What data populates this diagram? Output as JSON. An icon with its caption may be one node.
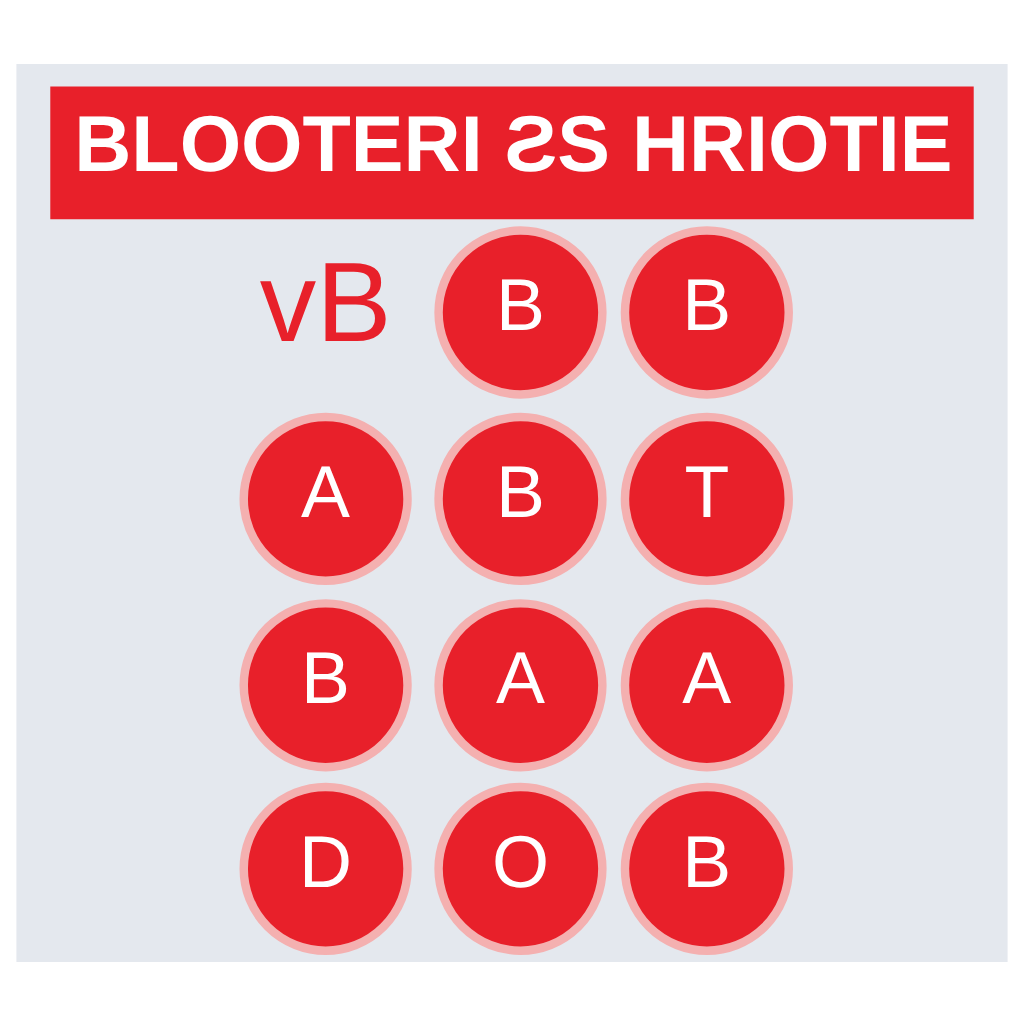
{
  "diagram": {
    "title": "BLOOTERI ƧS HRIOTIE",
    "nodes": [
      {
        "text": [
          "A"
        ]
      },
      {
        "text": [
          "B"
        ]
      },
      {
        "text": [
          "D"
        ]
      },
      {
        "text": [
          "B"
        ]
      },
      {
        "text": [
          "B"
        ]
      },
      {
        "text": [
          "A"
        ]
      },
      {
        "text": [
          "O"
        ]
      },
      {
        "text": [
          "B"
        ]
      },
      {
        "text": [
          "T"
        ]
      },
      {
        "text": [
          "A"
        ]
      },
      {
        "text": [
          "B"
        ]
      }
    ],
    "edges": [],
    "labels": [
      "vB"
    ]
  }
}
